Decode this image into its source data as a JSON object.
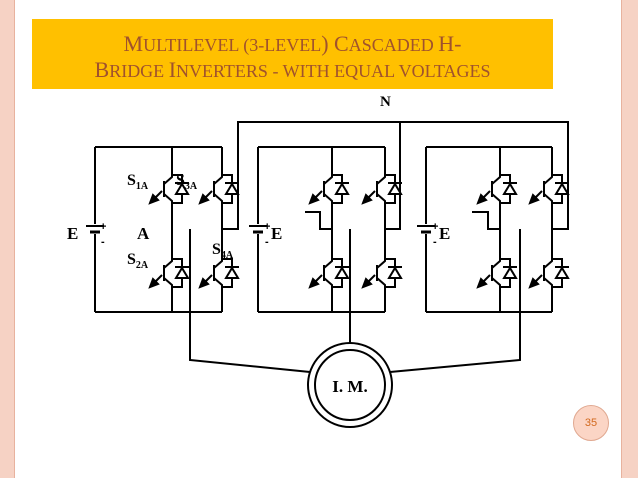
{
  "slide": {
    "title_line1_a": "M",
    "title_line1_b": "ULTILEVEL (3-",
    "title_line1_c": "LEVEL",
    "title_line1_d": ") C",
    "title_line1_e": "ASCADED ",
    "title_line1_f": "H-",
    "title_line2_a": "B",
    "title_line2_b": "RIDGE ",
    "title_line2_c": "I",
    "title_line2_d": "NVERTERS - WITH EQUAL VOLTAGES",
    "page_number": "35",
    "title_bg": "#ffc000",
    "title_color": "#a0522d"
  },
  "diagram": {
    "neutral_label": "N",
    "motor_label": "I. M.",
    "source_label": "E",
    "node_label": "A",
    "plus_sign": "+",
    "minus_sign": "-",
    "switch_letter": "S",
    "switch_subs": [
      "1A",
      "3A",
      "2A",
      "4A"
    ]
  }
}
